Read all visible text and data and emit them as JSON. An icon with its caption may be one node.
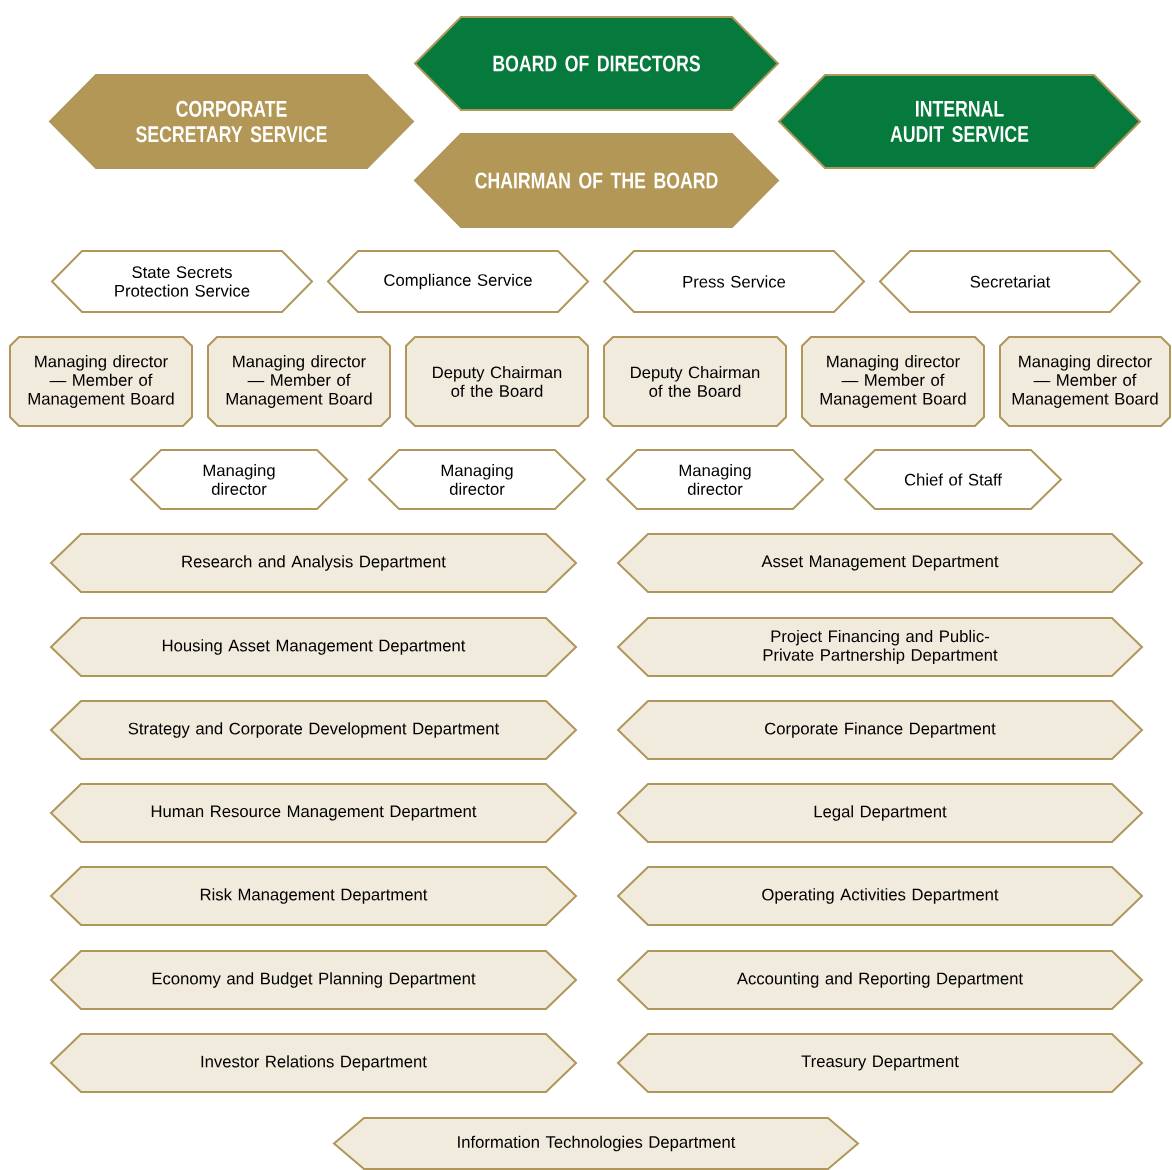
{
  "diagram": {
    "nodes": [
      {
        "text": [
          "BOARD OF DIRECTORS"
        ]
      },
      {
        "text": [
          "CORPORATE SECRETARY SERVICE"
        ]
      },
      {
        "text": [
          "INTERNAL AUDIT SERVICE"
        ]
      },
      {
        "text": [
          "CHAIRMAN OF THE BOARD"
        ]
      },
      {
        "text": [
          "State Secrets Protection Service"
        ]
      },
      {
        "text": [
          "Compliance Service"
        ]
      },
      {
        "text": [
          "Press Service"
        ]
      },
      {
        "text": [
          "Secretariat"
        ]
      },
      {
        "text": [
          "Managing director — Member of Management Board"
        ]
      },
      {
        "text": [
          "Managing director — Member of Management Board"
        ]
      },
      {
        "text": [
          "Deputy Chairman of the Board"
        ]
      },
      {
        "text": [
          "Deputy Chairman of the Board"
        ]
      },
      {
        "text": [
          "Managing director — Member of Management Board"
        ]
      },
      {
        "text": [
          "Managing director — Member of Management Board"
        ]
      },
      {
        "text": [
          "Managing director"
        ]
      },
      {
        "text": [
          "Managing director"
        ]
      },
      {
        "text": [
          "Managing director"
        ]
      },
      {
        "text": [
          "Chief of Staff"
        ]
      },
      {
        "text": [
          "Research and Analysis Department"
        ]
      },
      {
        "text": [
          "Asset Management Department"
        ]
      },
      {
        "text": [
          "Housing Asset Management Department"
        ]
      },
      {
        "text": [
          "Project Financing and Public-Private Partnership Department"
        ]
      },
      {
        "text": [
          "Strategy and Corporate Development Department"
        ]
      },
      {
        "text": [
          "Corporate Finance Department"
        ]
      },
      {
        "text": [
          "Human Resource Management Department"
        ]
      },
      {
        "text": [
          "Legal Department"
        ]
      },
      {
        "text": [
          "Risk Management Department"
        ]
      },
      {
        "text": [
          "Operating Activities Department"
        ]
      },
      {
        "text": [
          "Economy and Budget Planning Department"
        ]
      },
      {
        "text": [
          "Accounting and Reporting Department"
        ]
      },
      {
        "text": [
          "Investor Relations Department"
        ]
      },
      {
        "text": [
          "Treasury Department"
        ]
      },
      {
        "text": [
          "Information Technologies Department"
        ]
      }
    ]
  }
}
